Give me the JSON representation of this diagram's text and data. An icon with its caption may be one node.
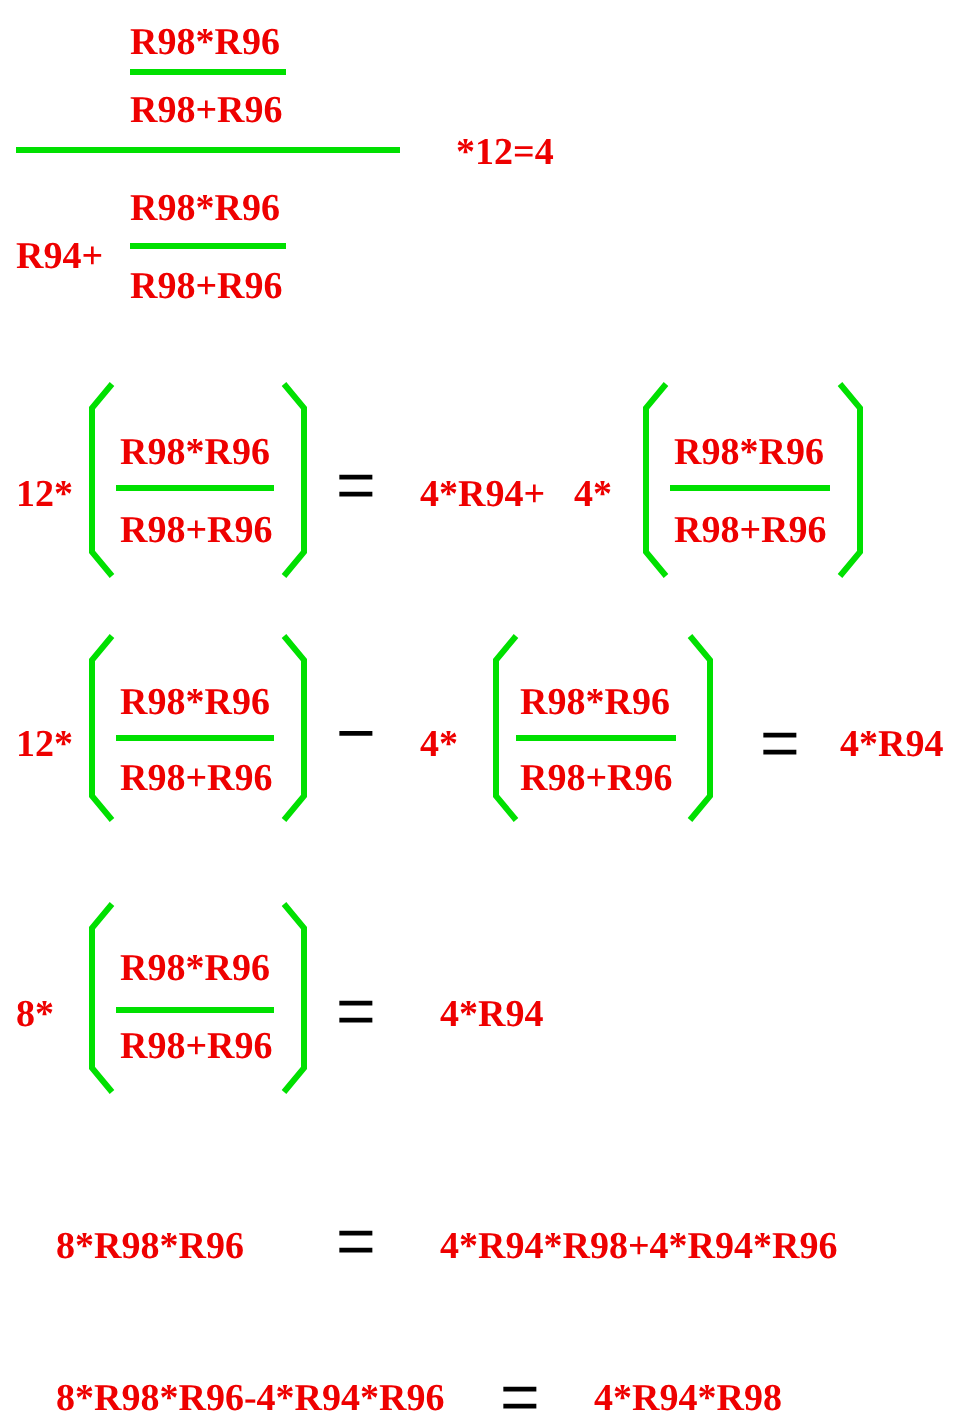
{
  "diagram": {
    "labels": [
      "R98*R96",
      "R98+R96",
      "*12=4",
      "R94+",
      "R98*R96",
      "R98+R96",
      "12*",
      "R98*R96",
      "R98+R96",
      "=",
      "4*R94+",
      "4*",
      "R98*R96",
      "R98+R96",
      "12*",
      "R98*R96",
      "R98+R96",
      "−",
      "4*",
      "R98*R96",
      "R98+R96",
      "=",
      "4*R94",
      "8*",
      "R98*R96",
      "R98+R96",
      "=",
      "4*R94",
      "8*R98*R96",
      "=",
      "4*R94*R98+4*R94*R96",
      "8*R98*R96-4*R94*R96",
      "=",
      "4*R94*R98"
    ]
  }
}
